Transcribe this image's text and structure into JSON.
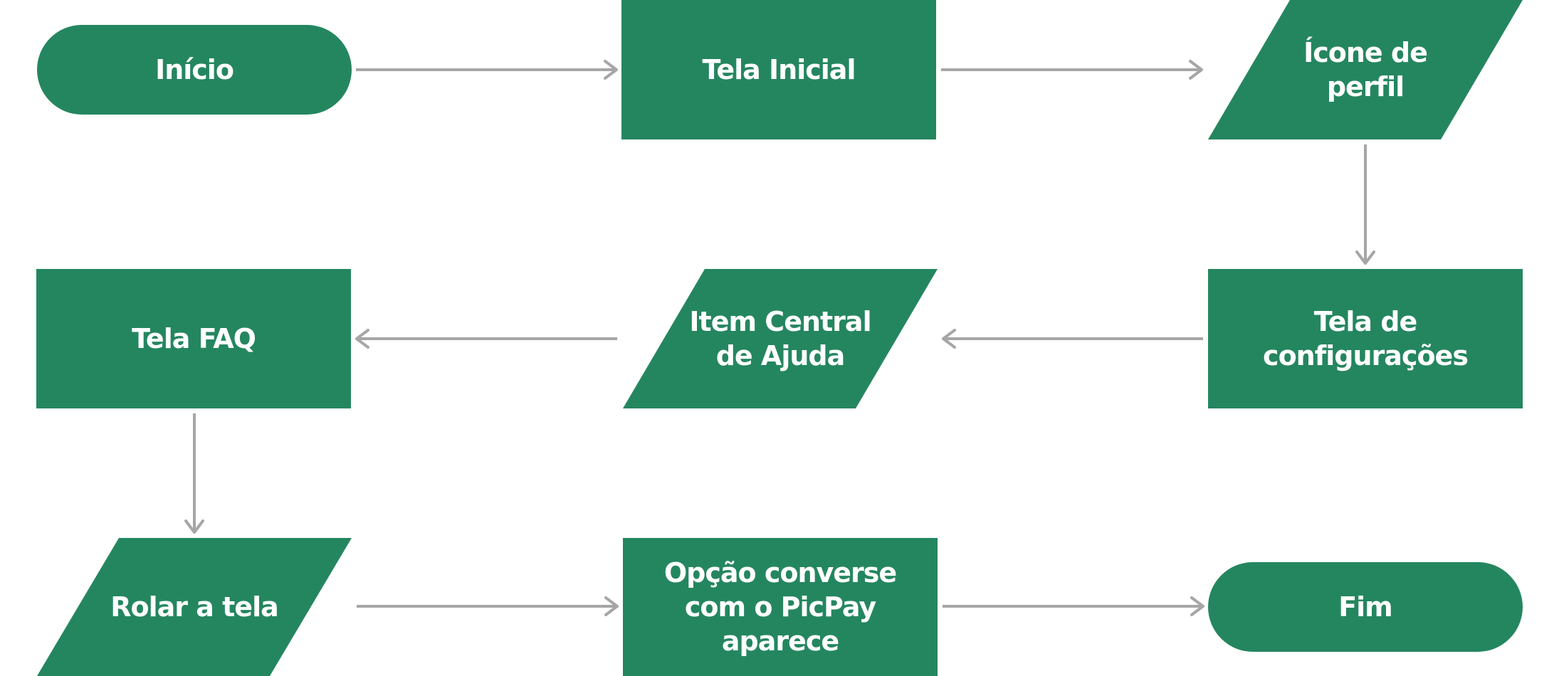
{
  "colors": {
    "node_fill": "#24865f",
    "node_text": "#ffffff",
    "connector": "#a6a6a6",
    "background": "#ffffff"
  },
  "nodes": [
    {
      "id": "inicio",
      "shape": "terminator",
      "lines": [
        "Início"
      ]
    },
    {
      "id": "tela-inicial",
      "shape": "process",
      "lines": [
        "Tela Inicial"
      ]
    },
    {
      "id": "icone-perfil",
      "shape": "data",
      "lines": [
        "Ícone de",
        "perfil"
      ]
    },
    {
      "id": "tela-configuracoes",
      "shape": "process",
      "lines": [
        "Tela de",
        "configurações"
      ]
    },
    {
      "id": "item-central-ajuda",
      "shape": "data",
      "lines": [
        "Item Central",
        "de Ajuda"
      ]
    },
    {
      "id": "tela-faq",
      "shape": "process",
      "lines": [
        "Tela FAQ"
      ]
    },
    {
      "id": "rolar-tela",
      "shape": "data",
      "lines": [
        "Rolar a tela"
      ]
    },
    {
      "id": "opcao-converse",
      "shape": "process",
      "lines": [
        "Opção converse",
        "com o PicPay",
        "aparece"
      ]
    },
    {
      "id": "fim",
      "shape": "terminator",
      "lines": [
        "Fim"
      ]
    }
  ],
  "edges": [
    {
      "from": "inicio",
      "to": "tela-inicial"
    },
    {
      "from": "tela-inicial",
      "to": "icone-perfil"
    },
    {
      "from": "icone-perfil",
      "to": "tela-configuracoes"
    },
    {
      "from": "tela-configuracoes",
      "to": "item-central-ajuda"
    },
    {
      "from": "item-central-ajuda",
      "to": "tela-faq"
    },
    {
      "from": "tela-faq",
      "to": "rolar-tela"
    },
    {
      "from": "rolar-tela",
      "to": "opcao-converse"
    },
    {
      "from": "opcao-converse",
      "to": "fim"
    }
  ]
}
